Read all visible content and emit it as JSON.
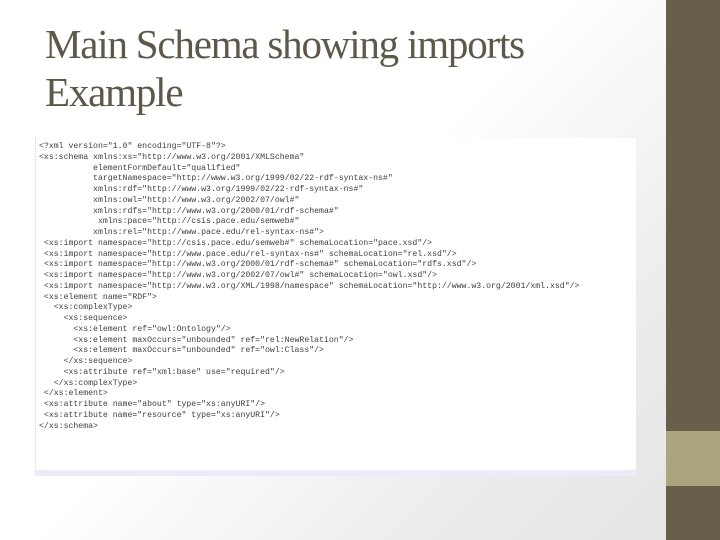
{
  "slide": {
    "title_line1": "Main Schema showing imports",
    "title_line2": "Example",
    "colors": {
      "title": "#5e5849",
      "side_bar": "#675f4b",
      "side_accent": "#aca67f"
    }
  },
  "code_image": {
    "lines": [
      "<?xml version=\"1.0\" encoding=\"UTF-8\"?>",
      "<xs:schema xmlns:xs=\"http://www.w3.org/2001/XMLSchema\"",
      "           elementFormDefault=\"qualified\"",
      "           targetNamespace=\"http://www.w3.org/1999/02/22-rdf-syntax-ns#\"",
      "           xmlns:rdf=\"http://www.w3.org/1999/02/22-rdf-syntax-ns#\"",
      "           xmlns:owl=\"http://www.w3.org/2002/07/owl#\"",
      "           xmlns:rdfs=\"http://www.w3.org/2000/01/rdf-schema#\"",
      "            xmlns:pace=\"http://csis.pace.edu/semweb#\"",
      "           xmlns:rel=\"http://www.pace.edu/rel-syntax-ns#\">",
      " <xs:import namespace=\"http://csis.pace.edu/semweb#\" schemaLocation=\"pace.xsd\"/>",
      " <xs:import namespace=\"http://www.pace.edu/rel-syntax-ns#\" schemaLocation=\"rel.xsd\"/>",
      " <xs:import namespace=\"http://www.w3.org/2000/01/rdf-schema#\" schemaLocation=\"rdfs.xsd\"/>",
      " <xs:import namespace=\"http://www.w3.org/2002/07/owl#\" schemaLocation=\"owl.xsd\"/>",
      " <xs:import namespace=\"http://www.w3.org/XML/1998/namespace\" schemaLocation=\"http://www.w3.org/2001/xml.xsd\"/>",
      " <xs:element name=\"RDF\">",
      "   <xs:complexType>",
      "     <xs:sequence>",
      "       <xs:element ref=\"owl:Ontology\"/>",
      "       <xs:element maxOccurs=\"unbounded\" ref=\"rel:NewRelation\"/>",
      "       <xs:element maxOccurs=\"unbounded\" ref=\"owl:Class\"/>",
      "     </xs:sequence>",
      "     <xs:attribute ref=\"xml:base\" use=\"required\"/>",
      "   </xs:complexType>",
      " </xs:element>",
      " <xs:attribute name=\"about\" type=\"xs:anyURI\"/>",
      " <xs:attribute name=\"resource\" type=\"xs:anyURI\"/>",
      "</xs:schema>"
    ]
  }
}
